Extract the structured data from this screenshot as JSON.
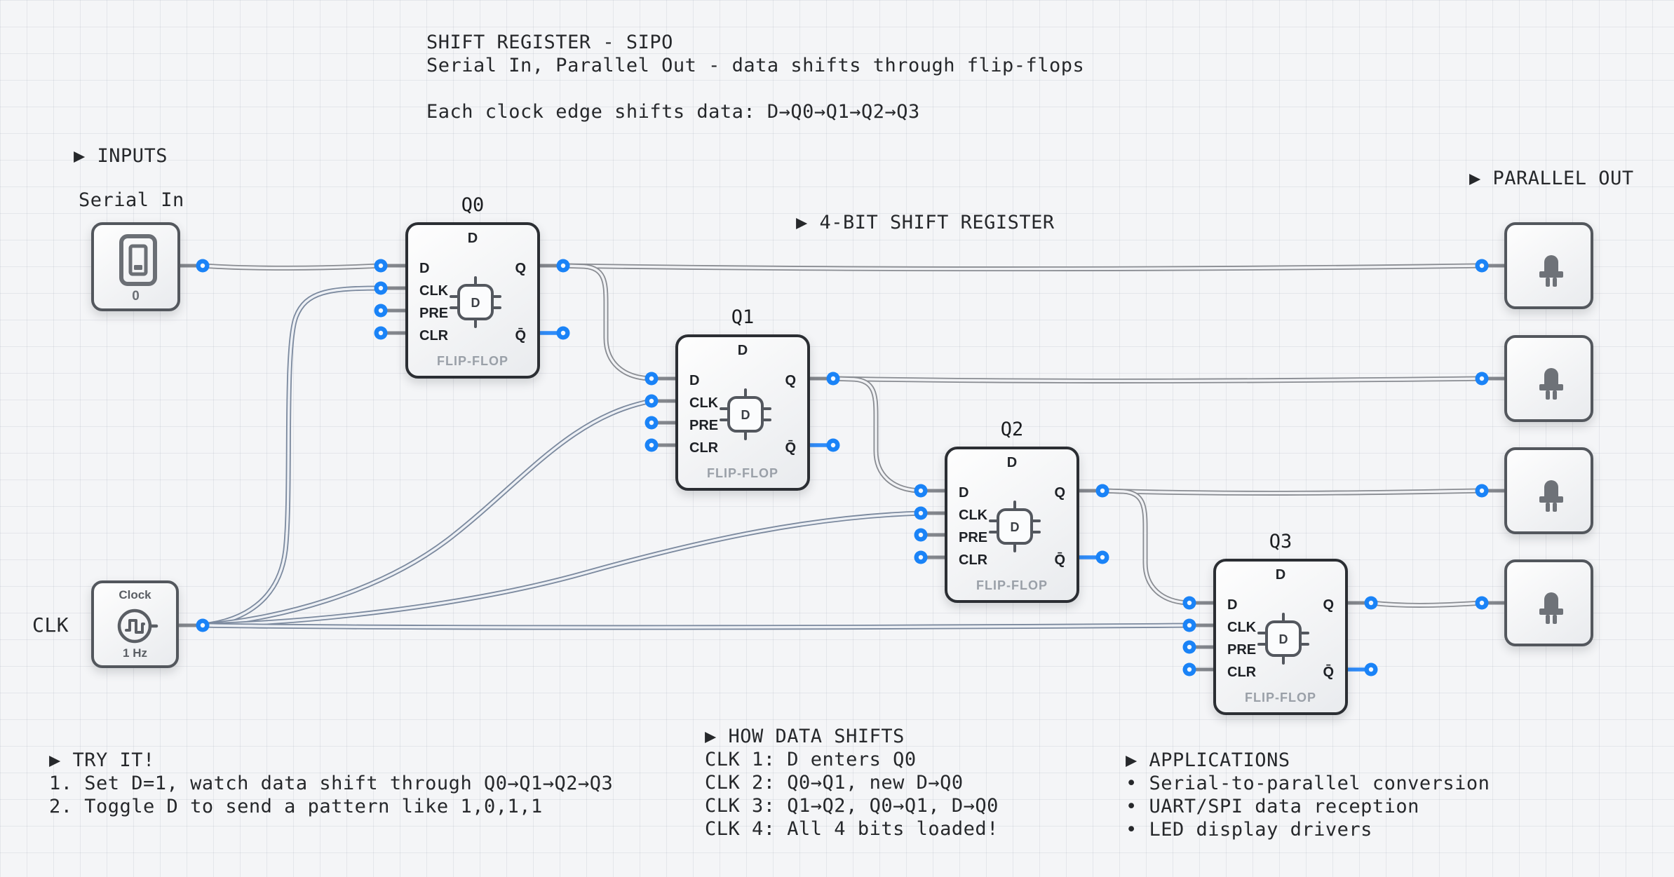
{
  "header": {
    "line1": "SHIFT REGISTER - SIPO",
    "line2": "Serial In, Parallel Out - data shifts through flip-flops",
    "line3": "Each clock edge shifts data: D→Q0→Q1→Q2→Q3"
  },
  "sections": {
    "inputs_label": "▶ INPUTS",
    "shift_register_label": "▶ 4-BIT SHIFT REGISTER",
    "parallel_out_label": "▶ PARALLEL OUT",
    "try_it": {
      "title": "▶ TRY IT!",
      "line1": "1. Set D=1, watch data shift through Q0→Q1→Q2→Q3",
      "line2": "2. Toggle D to send a pattern like 1,0,1,1"
    },
    "how_data_shifts": {
      "title": "▶ HOW DATA SHIFTS",
      "line1": "CLK 1: D enters Q0",
      "line2": "CLK 2: Q0→Q1, new D→Q0",
      "line3": "CLK 3: Q1→Q2, Q0→Q1, D→Q0",
      "line4": "CLK 4: All 4 bits loaded!"
    },
    "applications": {
      "title": "▶ APPLICATIONS",
      "line1": "• Serial-to-parallel conversion",
      "line2": "• UART/SPI data reception",
      "line3": "• LED display drivers"
    }
  },
  "switch": {
    "label": "Serial In",
    "value": "0"
  },
  "clock": {
    "external_label": "CLK",
    "name": "Clock",
    "frequency": "1 Hz"
  },
  "flipflop_pins": {
    "top": "D",
    "chip": "D",
    "d": "D",
    "clk": "CLK",
    "pre": "PRE",
    "clr": "CLR",
    "q": "Q",
    "qbar": "Q̄",
    "type": "FLIP-FLOP"
  },
  "flipflops": [
    {
      "title": "Q0"
    },
    {
      "title": "Q1"
    },
    {
      "title": "Q2"
    },
    {
      "title": "Q3"
    }
  ],
  "leds": {
    "count": 4,
    "icon": "led-icon"
  },
  "icons": {
    "switch": "toggle-switch-icon",
    "clock": "square-wave-clock-icon",
    "flipflop_center": "chip-icon",
    "led": "led-icon"
  },
  "colors": {
    "background": "#f4f5f7",
    "port_blue": "#1a83f7",
    "wire_gray": "#898c92",
    "wire_clock": "#7b899e",
    "ff_border": "#2b2e33",
    "io_border": "#53575d",
    "qbar_stub_blue": "#2f8bf8"
  }
}
